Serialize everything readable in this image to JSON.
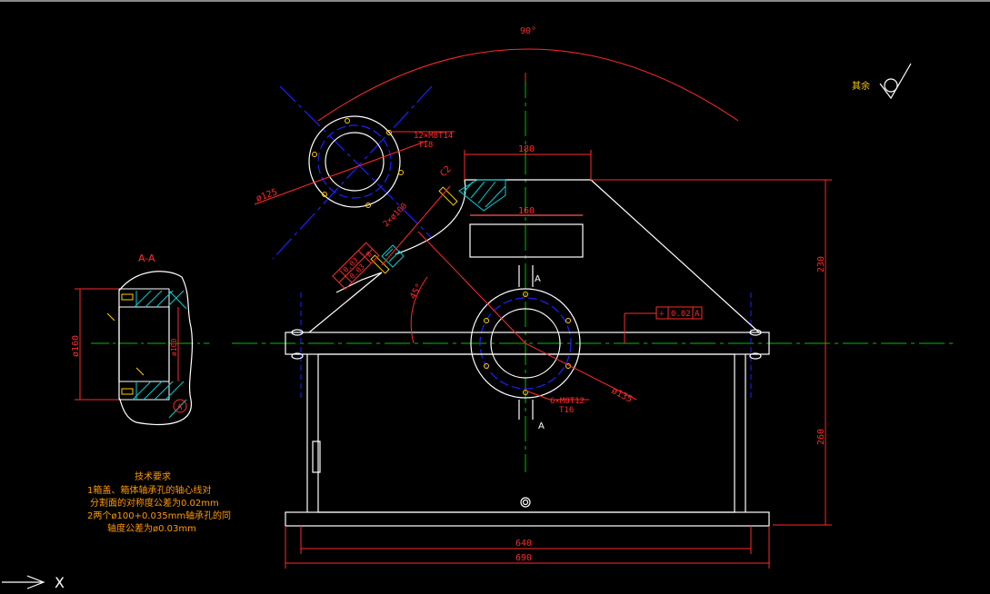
{
  "dimensions": {
    "angle_top": "90°",
    "width_top": "180",
    "width_inner": "160",
    "height_upper": "230",
    "height_lower": "260",
    "width_base_inner": "640",
    "width_base_outer": "690",
    "angle_side": "45°",
    "dia_left_circle": "ø125",
    "dia_center_circle": "ø135",
    "dia_section_outer": "ø160",
    "dia_section_bore": "ø100",
    "chamfer": "C2"
  },
  "callouts": {
    "left_bolts_line1": "12×M8T14",
    "left_bolts_line2": "T18",
    "center_bolts_line1": "6×M8T12",
    "center_bolts_line2": "T16",
    "section_mark_top": "A",
    "section_mark_bottom": "A",
    "oblique_hole": "2×ø100",
    "gtol_frame_symbol": "÷",
    "gtol_frame_value": "0.02",
    "gtol_frame_datum": "A",
    "oblique_frame_row1": "0.03",
    "oblique_frame_row2": "0.03",
    "oblique_frame_datum": "B"
  },
  "section": {
    "title": "A-A",
    "datum_bubble": "A"
  },
  "roughness": {
    "label": "其余"
  },
  "tech_notes": {
    "title": "技术要求",
    "line1": "1箱盖、箱体轴承孔的轴心线对",
    "line2": "分割面的对称度公差为0.02mm",
    "line3": "2两个ø100+0.035mm轴承孔的同",
    "line4": "轴度公差为ø0.03mm"
  },
  "ucs": {
    "x_label": "X"
  },
  "colors": {
    "background": "#000000",
    "outline": "#ffffff",
    "dimension": "#ff2a2a",
    "centerline_green": "#00c000",
    "centerline_blue": "#2020ff",
    "hatch": "#00d0d0",
    "notes": "#ff9900",
    "marker": "#ffd000"
  }
}
